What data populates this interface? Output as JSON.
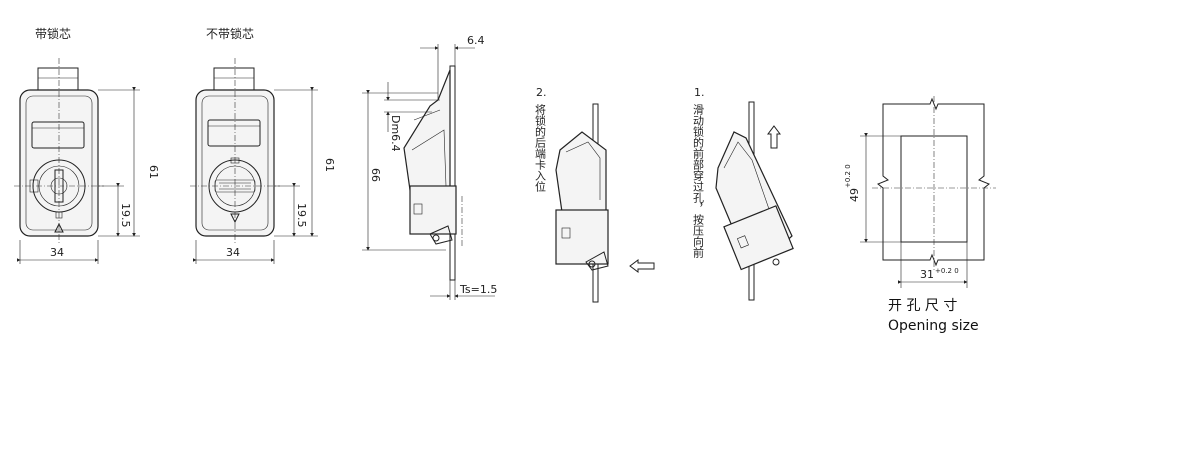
{
  "titles": {
    "with_cylinder": "带锁芯",
    "without_cylinder": "不带锁芯"
  },
  "front_view_with": {
    "width": "34",
    "height": "61",
    "center_height": "19.5"
  },
  "front_view_without": {
    "width": "34",
    "height": "61",
    "center_height": "19.5"
  },
  "side_view": {
    "top": "6.4",
    "dm": "Dm6.4",
    "height": "66",
    "ts": "Ts=1.5"
  },
  "step2": {
    "number": "2.",
    "text": "将锁的后端卡入位"
  },
  "step1": {
    "number": "1.",
    "text": "滑动锁的前部穿过孔，按压向前"
  },
  "opening": {
    "height": "49",
    "height_tol": "+0.2 0",
    "width": "31",
    "width_tol": "+0.2 0",
    "caption_cn": "开 孔 尺 寸",
    "caption_en": "Opening size"
  }
}
